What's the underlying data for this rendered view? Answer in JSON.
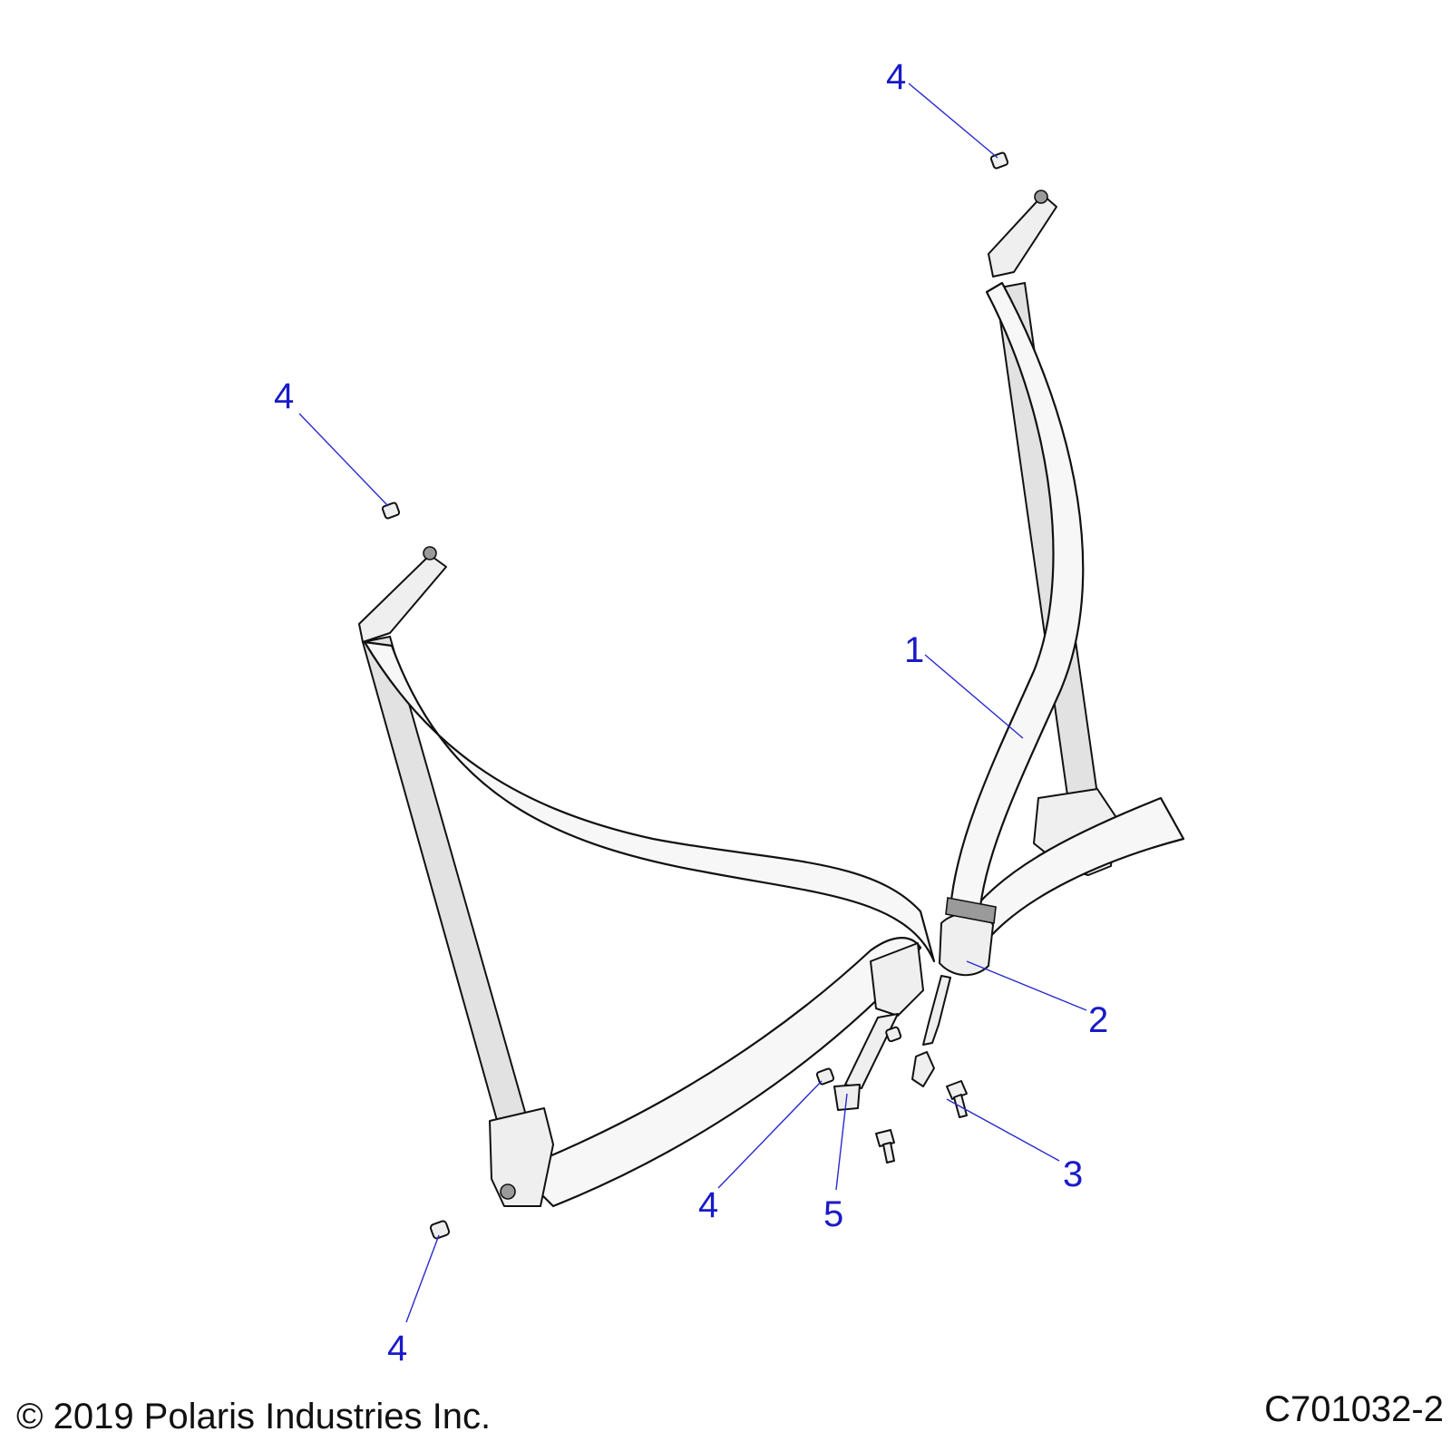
{
  "footer": {
    "copyright": "© 2019 Polaris Industries Inc.",
    "drawing_number": "C701032-2"
  },
  "callouts": [
    {
      "id": "nut-top-right",
      "label": "4"
    },
    {
      "id": "nut-top-left",
      "label": "4"
    },
    {
      "id": "belt-assembly",
      "label": "1"
    },
    {
      "id": "buckle",
      "label": "2"
    },
    {
      "id": "bolt",
      "label": "3"
    },
    {
      "id": "nut-center",
      "label": "4"
    },
    {
      "id": "buckle-cable",
      "label": "5"
    },
    {
      "id": "nut-bottom-left",
      "label": "4"
    }
  ]
}
